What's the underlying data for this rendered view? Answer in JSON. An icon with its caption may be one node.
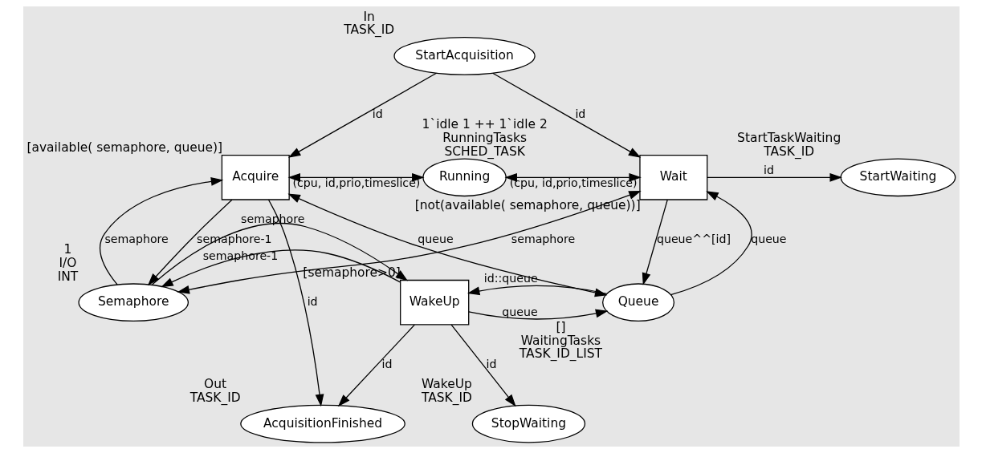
{
  "diagram": {
    "nodes": [
      {
        "text": [
          "StartAcquisition"
        ],
        "beside": [
          "In",
          "TASK_ID"
        ]
      },
      {
        "text": [
          "Acquire"
        ],
        "beside": [
          "[available( semaphore, queue)]"
        ]
      },
      {
        "text": [
          "Running"
        ],
        "beside": [
          "1`idle 1 ++ 1`idle 2",
          "RunningTasks",
          "SCHED_TASK"
        ]
      },
      {
        "text": [
          "Wait"
        ],
        "beside": [
          "[not(available( semaphore, queue))]"
        ]
      },
      {
        "text": [
          "StartWaiting"
        ],
        "beside": [
          "StartTaskWaiting",
          "TASK_ID"
        ]
      },
      {
        "text": [
          "Semaphore"
        ],
        "beside": [
          "1",
          "I/O",
          "INT"
        ]
      },
      {
        "text": [
          "WakeUp"
        ],
        "beside": [
          "[semaphore>0]"
        ]
      },
      {
        "text": [
          "Queue"
        ],
        "beside": [
          "[]",
          "WaitingTasks",
          "TASK_ID_LIST"
        ]
      },
      {
        "text": [
          "AcquisitionFinished"
        ],
        "beside": [
          "Out",
          "TASK_ID"
        ]
      },
      {
        "text": [
          "StopWaiting"
        ],
        "beside": [
          "WakeUp",
          "TASK_ID"
        ]
      }
    ],
    "edges": [
      {
        "from": 0,
        "to": 1,
        "arrow": "to",
        "label": "id"
      },
      {
        "from": 0,
        "to": 3,
        "arrow": "to",
        "label": "id"
      },
      {
        "from": 1,
        "to": 2,
        "arrow": "both",
        "label": "(cpu, id,prio,timeslice)"
      },
      {
        "from": 2,
        "to": 3,
        "arrow": "both",
        "label": "(cpu, id,prio,timeslice)"
      },
      {
        "from": 3,
        "to": 4,
        "arrow": "to",
        "label": "id"
      },
      {
        "from": 1,
        "to": 8,
        "arrow": "to",
        "label": "id"
      },
      {
        "from": 1,
        "to": 5,
        "arrow": "to",
        "label": "semaphore-1"
      },
      {
        "from": 5,
        "to": 1,
        "arrow": "to",
        "label": "semaphore"
      },
      {
        "from": 1,
        "to": 7,
        "arrow": "both",
        "label": "queue"
      },
      {
        "from": 3,
        "to": 5,
        "arrow": "both",
        "label": "semaphore"
      },
      {
        "from": 7,
        "to": 3,
        "arrow": "to",
        "label": "queue"
      },
      {
        "from": 3,
        "to": 7,
        "arrow": "to",
        "label": "queue^^[id]"
      },
      {
        "from": 6,
        "to": 5,
        "arrow": "to",
        "label": "semaphore-1"
      },
      {
        "from": 5,
        "to": 6,
        "arrow": "to",
        "label": "semaphore"
      },
      {
        "from": 6,
        "to": 7,
        "arrow": "to",
        "label": "queue"
      },
      {
        "from": 7,
        "to": 6,
        "arrow": "to",
        "label": "id::queue"
      },
      {
        "from": 6,
        "to": 8,
        "arrow": "to",
        "label": "id"
      },
      {
        "from": 6,
        "to": 9,
        "arrow": "to",
        "label": "id"
      }
    ]
  }
}
